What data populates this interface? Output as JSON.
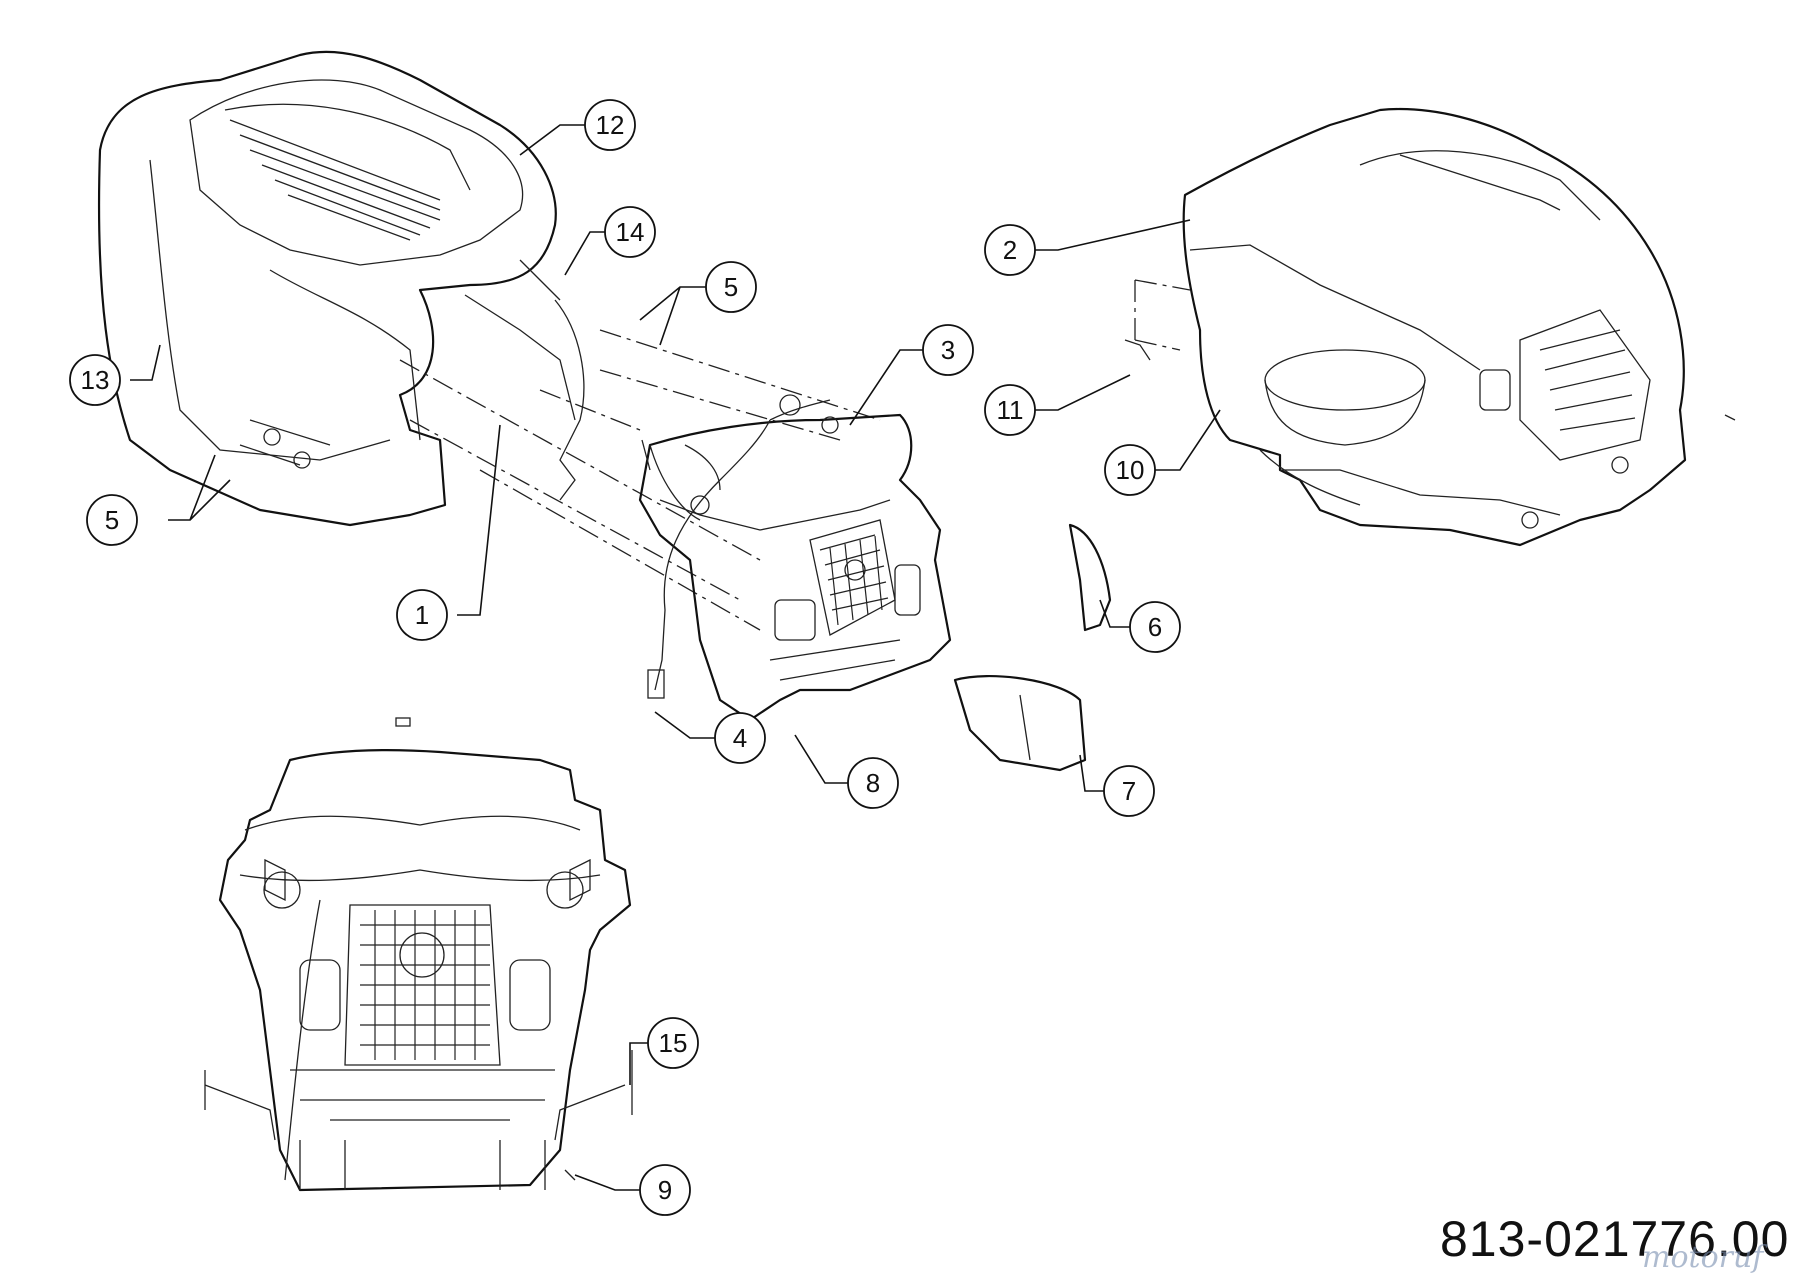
{
  "diagram": {
    "drawing_number": "813-021776.00",
    "watermark": "motoruf",
    "callouts": [
      "1",
      "2",
      "3",
      "4",
      "5",
      "5",
      "6",
      "7",
      "8",
      "9",
      "10",
      "11",
      "12",
      "13",
      "14",
      "15"
    ]
  }
}
